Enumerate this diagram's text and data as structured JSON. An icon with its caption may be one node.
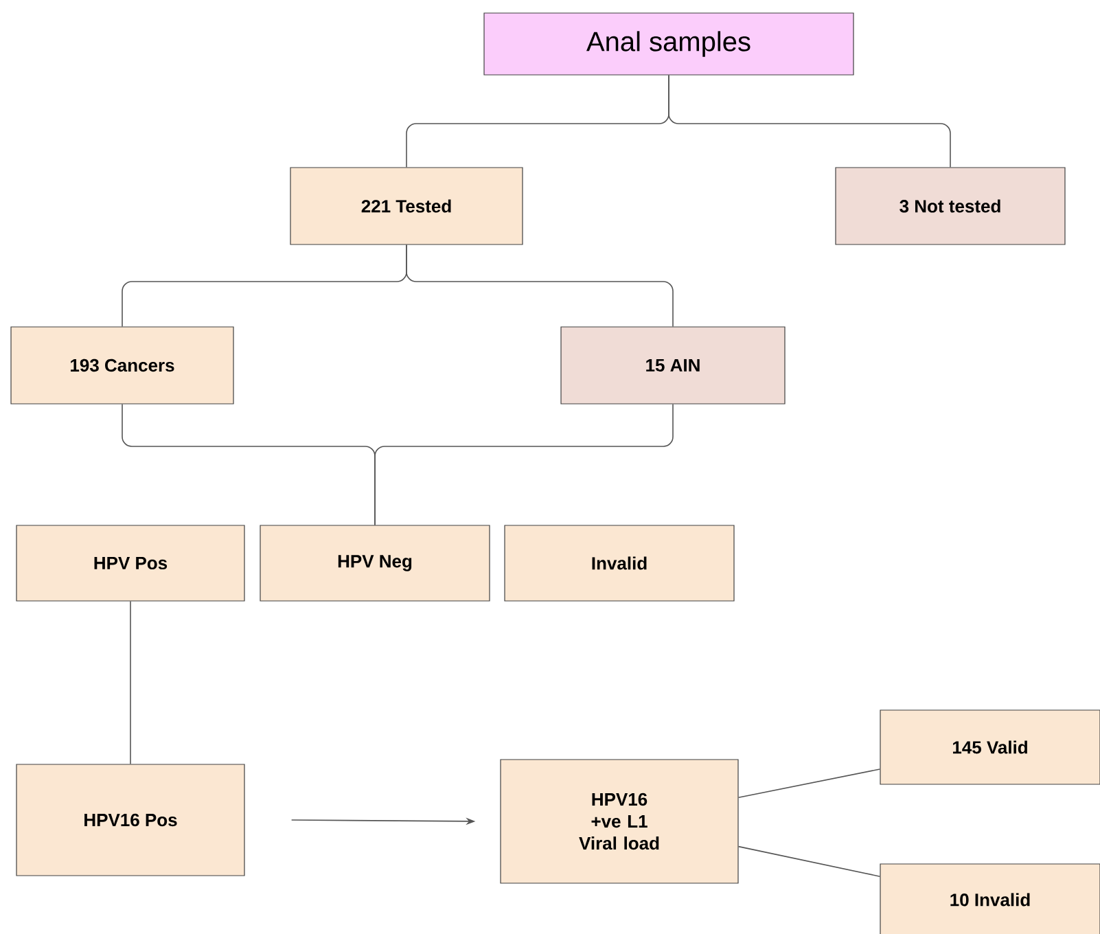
{
  "diagram": {
    "nodes": [
      {
        "text": [
          "Anal samples"
        ]
      },
      {
        "text": [
          "221 Tested"
        ]
      },
      {
        "text": [
          "3 Not tested"
        ]
      },
      {
        "text": [
          "193 Cancers"
        ]
      },
      {
        "text": [
          "15 AIN"
        ]
      },
      {
        "text": [
          "HPV Pos"
        ]
      },
      {
        "text": [
          "HPV Neg"
        ]
      },
      {
        "text": [
          "Invalid"
        ]
      },
      {
        "text": [
          "HPV16 Pos"
        ]
      },
      {
        "text": [
          "HPV16 +ve L1 Viral load"
        ]
      },
      {
        "text": [
          "145 Valid"
        ]
      },
      {
        "text": [
          "10 Invalid"
        ]
      }
    ],
    "edges": [
      {
        "from": 0,
        "to": 1,
        "arrow": "none"
      },
      {
        "from": 0,
        "to": 2,
        "arrow": "none"
      },
      {
        "from": 1,
        "to": 3,
        "arrow": "none"
      },
      {
        "from": 1,
        "to": 4,
        "arrow": "none"
      },
      {
        "from": 3,
        "to": 6,
        "arrow": "none"
      },
      {
        "from": 4,
        "to": 6,
        "arrow": "none"
      },
      {
        "from": 5,
        "to": 8,
        "arrow": "none"
      },
      {
        "from": 8,
        "to": 9,
        "arrow": "to"
      },
      {
        "from": 9,
        "to": 10,
        "arrow": "none"
      },
      {
        "from": 9,
        "to": 11,
        "arrow": "none"
      }
    ]
  }
}
